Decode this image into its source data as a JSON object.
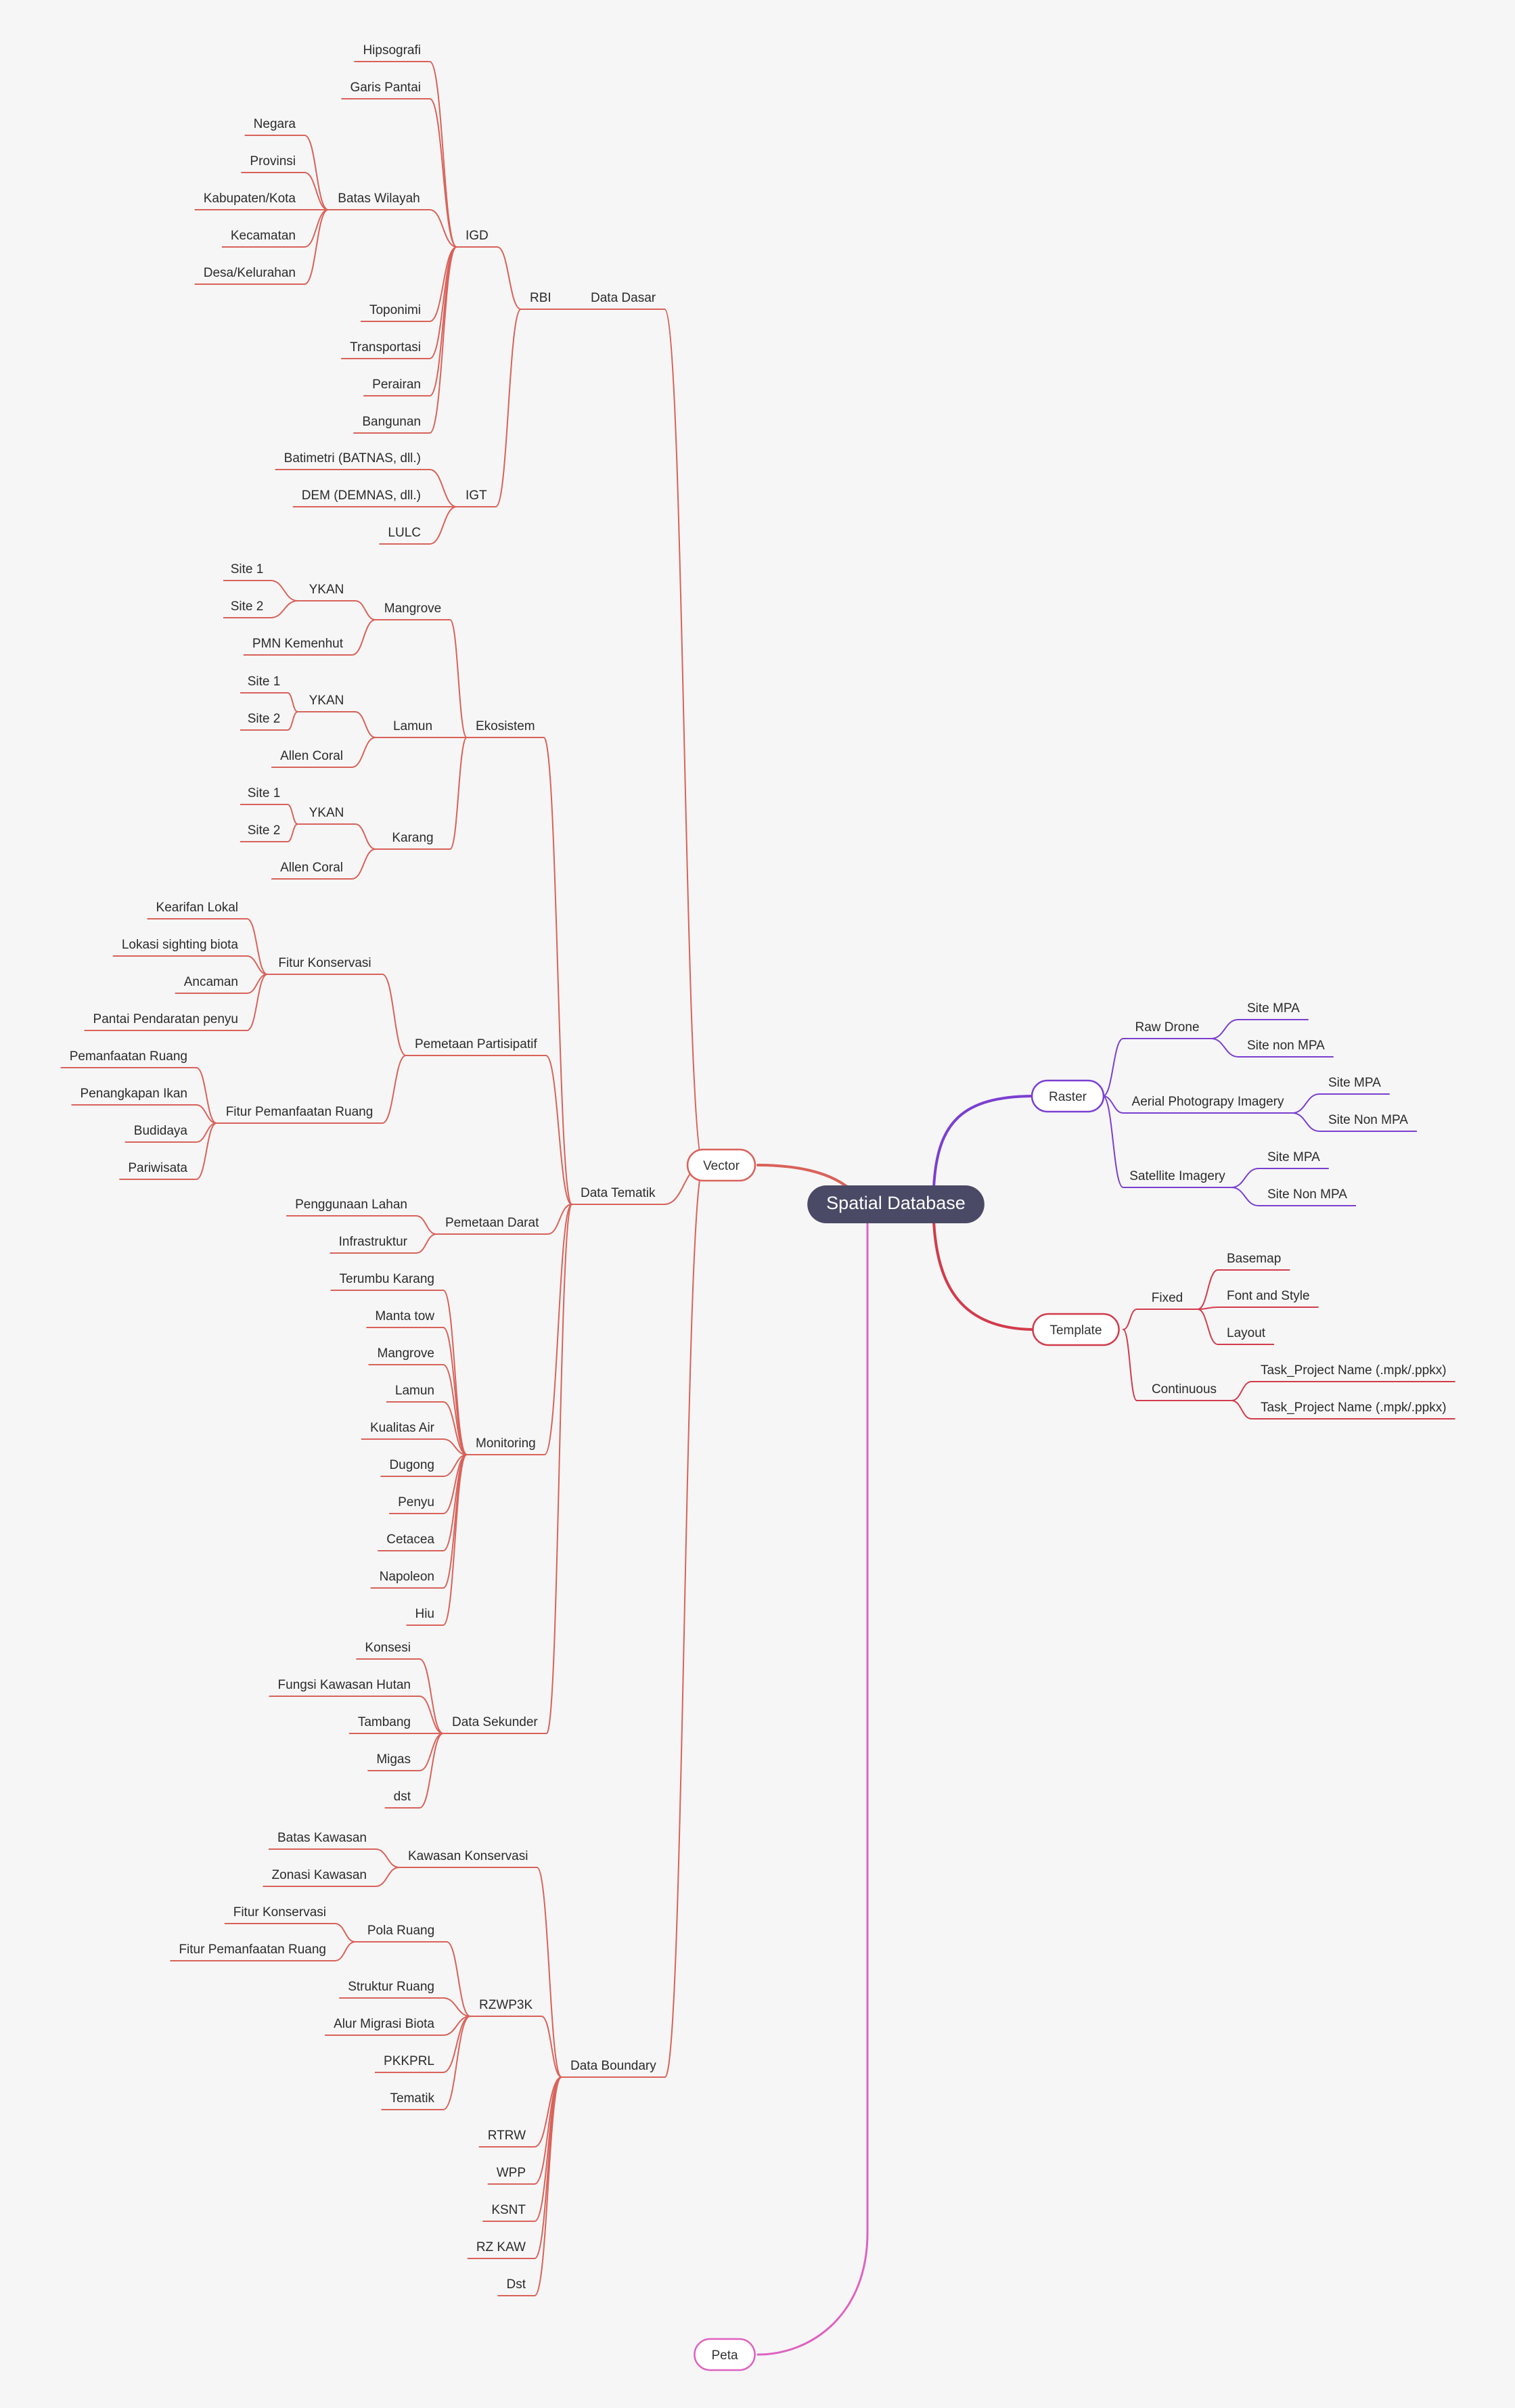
{
  "root": "Spatial Database",
  "colors": {
    "background": "#f6f6f6",
    "root_fill": "#4a4a66",
    "vector": "#d9625a",
    "raster": "#7b3fd1",
    "template": "#d23b4b",
    "peta": "#e062c0"
  },
  "branches": {
    "vector": {
      "label": "Vector",
      "children": {
        "data_dasar": {
          "label": "Data Dasar",
          "rbi": {
            "label": "RBI",
            "igd": {
              "label": "IGD",
              "items": [
                "Hipsografi",
                "Garis Pantai",
                "Toponimi",
                "Transportasi",
                "Perairan",
                "Bangunan"
              ],
              "batas_wilayah": {
                "label": "Batas Wilayah",
                "items": [
                  "Negara",
                  "Provinsi",
                  "Kabupaten/Kota",
                  "Kecamatan",
                  "Desa/Kelurahan"
                ]
              }
            },
            "igt": {
              "label": "IGT",
              "items": [
                "Batimetri (BATNAS, dll.)",
                "DEM (DEMNAS, dll.)",
                "LULC"
              ]
            }
          }
        },
        "data_tematik": {
          "label": "Data Tematik",
          "ekosistem": {
            "label": "Ekosistem",
            "mangrove": {
              "label": "Mangrove",
              "ykan": "YKAN",
              "ykan_items": [
                "Site 1",
                "Site 2"
              ],
              "other": "PMN Kemenhut"
            },
            "lamun": {
              "label": "Lamun",
              "ykan": "YKAN",
              "ykan_items": [
                "Site 1",
                "Site 2"
              ],
              "other": "Allen Coral"
            },
            "karang": {
              "label": "Karang",
              "ykan": "YKAN",
              "ykan_items": [
                "Site 1",
                "Site 2"
              ],
              "other": "Allen Coral"
            }
          },
          "pemetaan_partisipatif": {
            "label": "Pemetaan Partisipatif",
            "fitur_konservasi": {
              "label": "Fitur Konservasi",
              "items": [
                "Kearifan Lokal",
                "Lokasi sighting biota",
                "Ancaman",
                "Pantai Pendaratan penyu"
              ]
            },
            "fitur_pemanfaatan": {
              "label": "Fitur Pemanfaatan Ruang",
              "items": [
                "Pemanfaatan Ruang",
                "Penangkapan Ikan",
                "Budidaya",
                "Pariwisata"
              ]
            }
          },
          "pemetaan_darat": {
            "label": "Pemetaan Darat",
            "items": [
              "Penggunaan Lahan",
              "Infrastruktur"
            ]
          },
          "monitoring": {
            "label": "Monitoring",
            "items": [
              "Terumbu Karang",
              "Manta tow",
              "Mangrove",
              "Lamun",
              "Kualitas Air",
              "Dugong",
              "Penyu",
              "Cetacea",
              "Napoleon",
              "Hiu"
            ]
          },
          "data_sekunder": {
            "label": "Data Sekunder",
            "items": [
              "Konsesi",
              "Fungsi Kawasan Hutan",
              "Tambang",
              "Migas",
              "dst"
            ]
          }
        },
        "data_boundary": {
          "label": "Data Boundary",
          "kawasan_konservasi": {
            "label": "Kawasan Konservasi",
            "items": [
              "Batas Kawasan",
              "Zonasi Kawasan"
            ]
          },
          "rzwp3k": {
            "label": "RZWP3K",
            "pola_ruang": {
              "label": "Pola Ruang",
              "items": [
                "Fitur Konservasi",
                "Fitur Pemanfaatan Ruang"
              ]
            },
            "items": [
              "Struktur Ruang",
              "Alur Migrasi Biota",
              "PKKPRL",
              "Tematik"
            ]
          },
          "items": [
            "RTRW",
            "WPP",
            "KSNT",
            "RZ KAW",
            "Dst"
          ]
        }
      }
    },
    "raster": {
      "label": "Raster",
      "raw_drone": {
        "label": "Raw Drone",
        "items": [
          "Site MPA",
          "Site non MPA"
        ]
      },
      "aerial": {
        "label": "Aerial Photograpy Imagery",
        "items": [
          "Site MPA",
          "Site Non MPA"
        ]
      },
      "satellite": {
        "label": "Satellite Imagery",
        "items": [
          "Site MPA",
          "Site Non MPA"
        ]
      }
    },
    "template": {
      "label": "Template",
      "fixed": {
        "label": "Fixed",
        "items": [
          "Basemap",
          "Font and Style",
          "Layout"
        ]
      },
      "continuous": {
        "label": "Continuous",
        "items": [
          "Task_Project Name (.mpk/.ppkx)",
          "Task_Project Name (.mpk/.ppkx)"
        ]
      }
    },
    "peta": {
      "label": "Peta"
    }
  }
}
